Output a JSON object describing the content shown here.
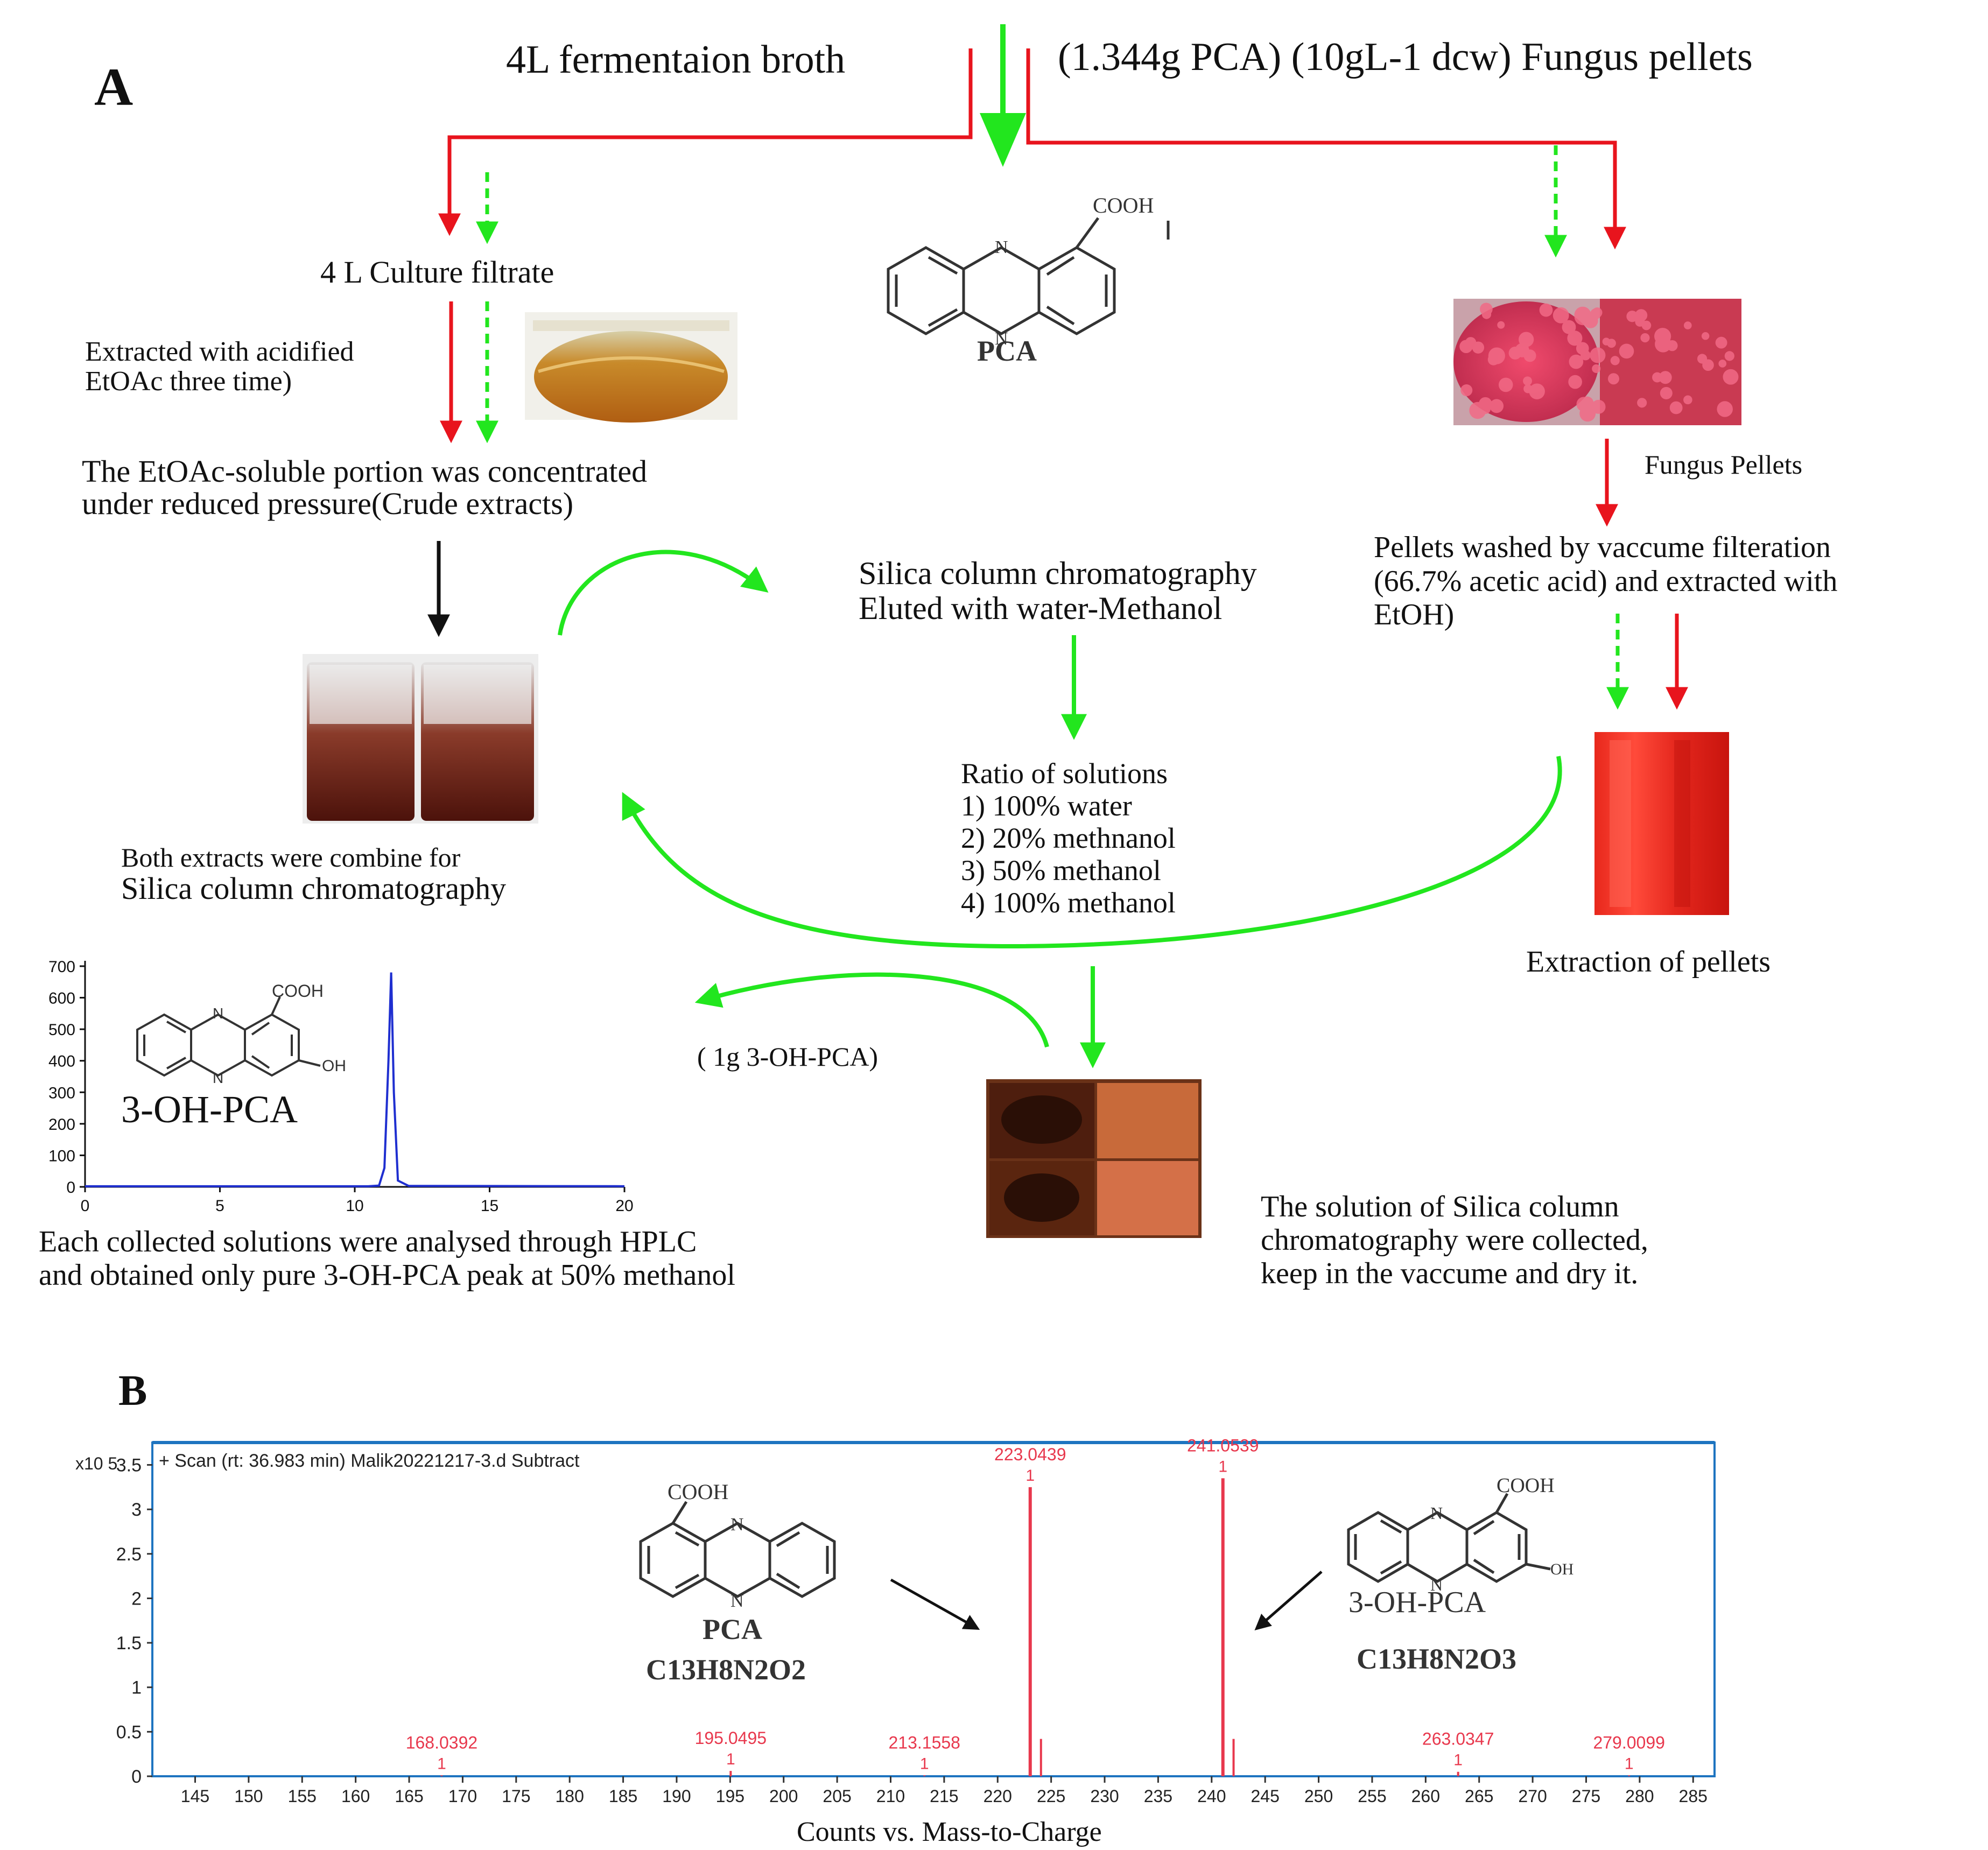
{
  "panel_a": {
    "label": "A",
    "top_left_text": "4L fermentaion broth",
    "top_right_text": "(1.344g PCA) (10gL-1 dcw) Fungus pellets",
    "culture_filtrate": "4 L Culture filtrate",
    "extraction_note_line1": "Extracted with acidified",
    "extraction_note_line2": "EtOAc three time)",
    "etoac_line1": "The EtOAc-soluble portion was concentrated",
    "etoac_line2": "under reduced pressure(Crude extracts)",
    "pca_label": "PCA",
    "cooh_label": "COOH",
    "fungus_pellets_caption": "Fungus Pellets",
    "pellets_wash_line1": "Pellets washed by vaccume filteration",
    "pellets_wash_line2": "(66.7% acetic acid)  and extracted with",
    "pellets_wash_line3": "EtOH)",
    "silica_line1": "Silica column chromatography",
    "silica_line2": "Eluted with water-Methanol",
    "ratio_title": "Ratio of solutions",
    "ratio_items": [
      "1) 100% water",
      "2) 20% methnanol",
      "3) 50% methanol",
      "4) 100% methanol"
    ],
    "combine_line1": "Both extracts were combine for",
    "combine_line2": "Silica column chromatography",
    "extraction_pellets": "Extraction of pellets",
    "yield_label": "( 1g 3-OH-PCA)",
    "collected_line1": "The solution of Silica column",
    "collected_line2": "chromatography were collected,",
    "collected_line3": "keep in the vaccume and dry it.",
    "hplc_line1": "Each  collected solutions were analysed through HPLC",
    "hplc_line2": "and obtained only pure 3-OH-PCA peak at 50% methanol",
    "hplc_compound": "3-OH-PCA",
    "oh_label": "OH"
  },
  "panel_b": {
    "label": "B",
    "scan_header": "+ Scan (rt: 36.983 min) Malik20221217-3.d  Subtract",
    "y_multiplier": "x10 5",
    "x_axis_label": "Counts vs. Mass-to-Charge",
    "pca_name": "PCA",
    "pca_formula": "C13H8N2O2",
    "ohpca_name": "3-OH-PCA",
    "ohpca_formula": "C13H8N2O3",
    "peak_charge_label": "1"
  },
  "chart_data": [
    {
      "type": "line",
      "title": "",
      "xlabel": "",
      "ylabel": "",
      "xlim": [
        0,
        20
      ],
      "ylim": [
        0,
        700
      ],
      "x_ticks": [
        0,
        5,
        10,
        15,
        20
      ],
      "y_ticks": [
        0,
        100,
        200,
        300,
        400,
        500,
        600,
        700
      ],
      "series": [
        {
          "x": [
            0,
            10.5,
            10.9,
            11.1,
            11.25,
            11.35,
            11.45,
            11.6,
            12.0,
            20
          ],
          "y": [
            2,
            2,
            4,
            60,
            400,
            680,
            300,
            20,
            3,
            2
          ]
        }
      ],
      "grid": false,
      "color": "#1f2fd0"
    },
    {
      "type": "bar",
      "title": "",
      "xlabel": "Counts vs. Mass-to-Charge",
      "ylabel": "",
      "y_unit": "x10 5",
      "xlim": [
        141,
        287
      ],
      "ylim": [
        0,
        3.6
      ],
      "x_ticks": [
        145,
        150,
        155,
        160,
        165,
        170,
        175,
        180,
        185,
        190,
        195,
        200,
        205,
        210,
        215,
        220,
        225,
        230,
        235,
        240,
        245,
        250,
        255,
        260,
        265,
        270,
        275,
        280,
        285
      ],
      "y_ticks": [
        0,
        0.5,
        1,
        1.5,
        2,
        2.5,
        3,
        3.5
      ],
      "peaks": [
        {
          "mz": 168.0392,
          "intensity": 0.01,
          "labeled": true
        },
        {
          "mz": 195.0495,
          "intensity": 0.06,
          "labeled": true
        },
        {
          "mz": 213.1558,
          "intensity": 0.01,
          "labeled": true
        },
        {
          "mz": 223.0439,
          "intensity": 3.25,
          "labeled": true
        },
        {
          "mz": 224.05,
          "intensity": 0.42,
          "labeled": false
        },
        {
          "mz": 241.0539,
          "intensity": 3.35,
          "labeled": true
        },
        {
          "mz": 242.05,
          "intensity": 0.42,
          "labeled": false
        },
        {
          "mz": 263.0347,
          "intensity": 0.05,
          "labeled": true
        },
        {
          "mz": 279.0099,
          "intensity": 0.01,
          "labeled": true
        }
      ],
      "color": "#e8384d",
      "axis_color": "#1e74c0",
      "grid": false
    }
  ],
  "colors": {
    "red_arrow": "#e8141d",
    "green_arrow": "#22e61e",
    "ms_axis": "#1e74c0",
    "ms_peak": "#e8384d",
    "hplc_trace": "#1f2fd0"
  }
}
